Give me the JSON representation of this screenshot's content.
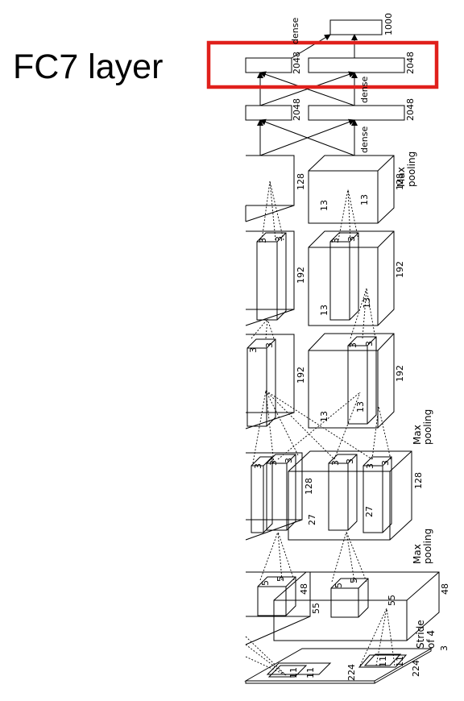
{
  "callout": {
    "text": "FC7 layer",
    "highlight_color": "#e0201c"
  },
  "output": {
    "size": "1000",
    "connection": "dense"
  },
  "fc7": {
    "top_size": "2048",
    "bottom_size": "2048",
    "connection": "dense"
  },
  "fc6": {
    "top_size": "2048",
    "bottom_size": "2048",
    "connection": "dense"
  },
  "conv5": {
    "depth": "128",
    "spatial": "13",
    "pooling": "Max pooling"
  },
  "conv4": {
    "kernel": "3",
    "depth": "192",
    "spatial": "13"
  },
  "conv3": {
    "kernel": "3",
    "depth": "192",
    "spatial": "13"
  },
  "conv2": {
    "kernel": "3",
    "depth": "128",
    "spatial": "27",
    "pooling": "Max pooling"
  },
  "conv1": {
    "kernel": "5",
    "depth": "48",
    "spatial": "55",
    "pooling": "Max pooling"
  },
  "input": {
    "kernel": "11",
    "size": "224",
    "channels": "3",
    "stride": "Stride of 4"
  }
}
